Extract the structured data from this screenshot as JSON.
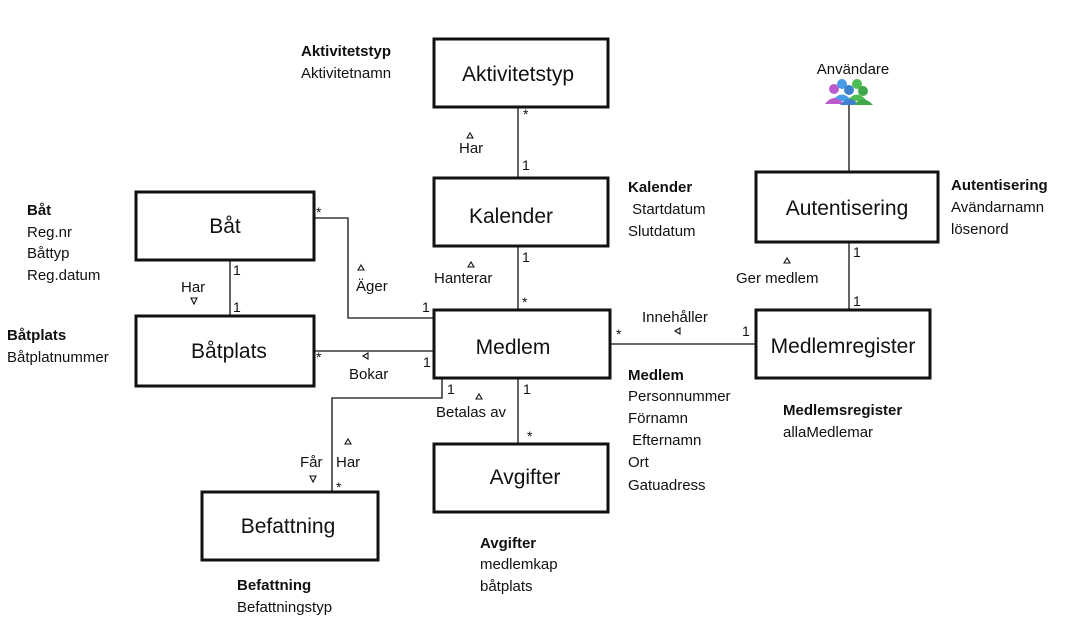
{
  "entities": [
    {
      "id": "aktivitetstyp",
      "name": "Aktivitetstyp"
    },
    {
      "id": "kalender",
      "name": "Kalender"
    },
    {
      "id": "bat",
      "name": "Båt"
    },
    {
      "id": "batplats",
      "name": "Båtplats"
    },
    {
      "id": "medlem",
      "name": "Medlem"
    },
    {
      "id": "medlemregister",
      "name": "Medlemregister"
    },
    {
      "id": "autentisering",
      "name": "Autentisering"
    },
    {
      "id": "avgifter",
      "name": "Avgifter"
    },
    {
      "id": "befattning",
      "name": "Befattning"
    }
  ],
  "notes": [
    {
      "id": "aktivitetstyp",
      "title": "Aktivitetstyp",
      "lines": [
        "Aktivitetnamn"
      ]
    },
    {
      "id": "kalender",
      "title": "Kalender",
      "lines": [
        " Startdatum",
        "Slutdatum"
      ]
    },
    {
      "id": "autentisering",
      "title": "Autentisering",
      "lines": [
        "Avändarnamn",
        "lösenord"
      ]
    },
    {
      "id": "bat",
      "title": "Båt",
      "lines": [
        "Reg.nr",
        "Båttyp",
        "Reg.datum"
      ]
    },
    {
      "id": "batplats",
      "title": "Båtplats",
      "lines": [
        "Båtplatnummer"
      ]
    },
    {
      "id": "medlem",
      "title": "Medlem",
      "lines": [
        "Personnummer",
        "Förnamn",
        " Efternamn",
        "Ort",
        "Gatuadress"
      ]
    },
    {
      "id": "medlemsregister",
      "title": "Medlemsregister",
      "lines": [
        "allaMedlemar"
      ]
    },
    {
      "id": "avgifter",
      "title": "Avgifter",
      "lines": [
        "medlemkap",
        "båtplats"
      ]
    },
    {
      "id": "befattning",
      "title": "Befattning",
      "lines": [
        "Befattningstyp"
      ]
    }
  ],
  "user": {
    "label": "Användare",
    "icon": "users-group-icon"
  },
  "associations": [
    {
      "id": "aktivitetstyp-kalender",
      "label": "Har",
      "from_mult": "*",
      "to_mult": "1"
    },
    {
      "id": "kalender-medlem",
      "label": "Hanterar",
      "from_mult": "1",
      "to_mult": "*"
    },
    {
      "id": "bat-medlem",
      "label": "Äger",
      "from_mult": "*",
      "to_mult": "1"
    },
    {
      "id": "bat-batplats",
      "label": "Har",
      "from_mult": "1",
      "to_mult": "1"
    },
    {
      "id": "batplats-medlem",
      "label": "Bokar",
      "from_mult": "*",
      "to_mult": "1"
    },
    {
      "id": "medlem-medlemregister",
      "label": "Innehåller",
      "from_mult": "*",
      "to_mult": "1"
    },
    {
      "id": "autentisering-medlemregister",
      "label": "Ger medlem",
      "from_mult": "1",
      "to_mult": "1"
    },
    {
      "id": "medlem-avgifter",
      "label": "Betalas av",
      "from_mult": "1",
      "to_mult": "*"
    },
    {
      "id": "medlem-befattning-far",
      "label": "Får",
      "from_mult": "1",
      "to_mult": "*"
    },
    {
      "id": "medlem-befattning-har",
      "label": "Har"
    }
  ],
  "colors": {
    "line": "#111111",
    "box_border": "#111111",
    "background": "#ffffff",
    "user_purple": "#b04fc8",
    "user_blue": "#3f8fe0",
    "user_green": "#3fb04a"
  }
}
